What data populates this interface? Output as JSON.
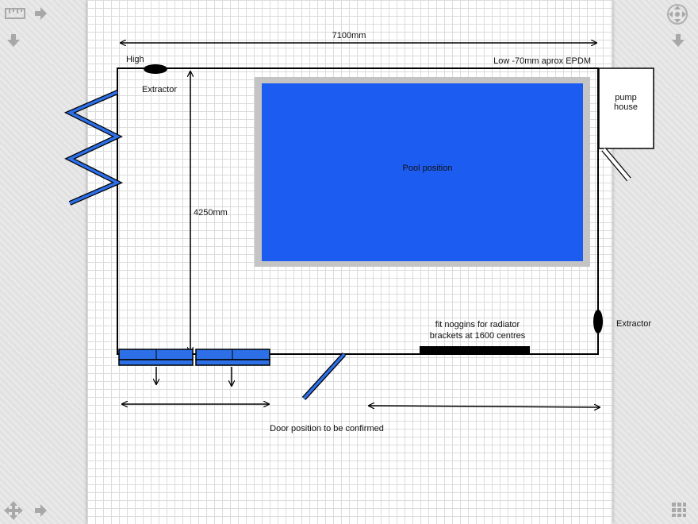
{
  "drawing": {
    "width_label": "7100mm",
    "height_label": "4250mm",
    "high_label": "High",
    "low_label": "Low -70mm aprox EPDM",
    "extractor_top": "Extractor",
    "extractor_right": "Extractor",
    "pool_label": "Pool position",
    "pump_line1": "pump",
    "pump_line2": "house",
    "noggins_line1": "fit noggins for radiator",
    "noggins_line2": "brackets at 1600 centres",
    "door_label": "Door position to be confirmed"
  },
  "colors": {
    "pool": "#1c5cf0",
    "pool_border": "#c4c4c4",
    "accent_blue": "#2d6fe6",
    "ink": "#000000"
  },
  "toolbar": {
    "icons": [
      "ruler-icon",
      "arrow-right-icon",
      "arrow-down-icon",
      "move-icon",
      "nav-arrows-icon",
      "grid-icon"
    ]
  }
}
